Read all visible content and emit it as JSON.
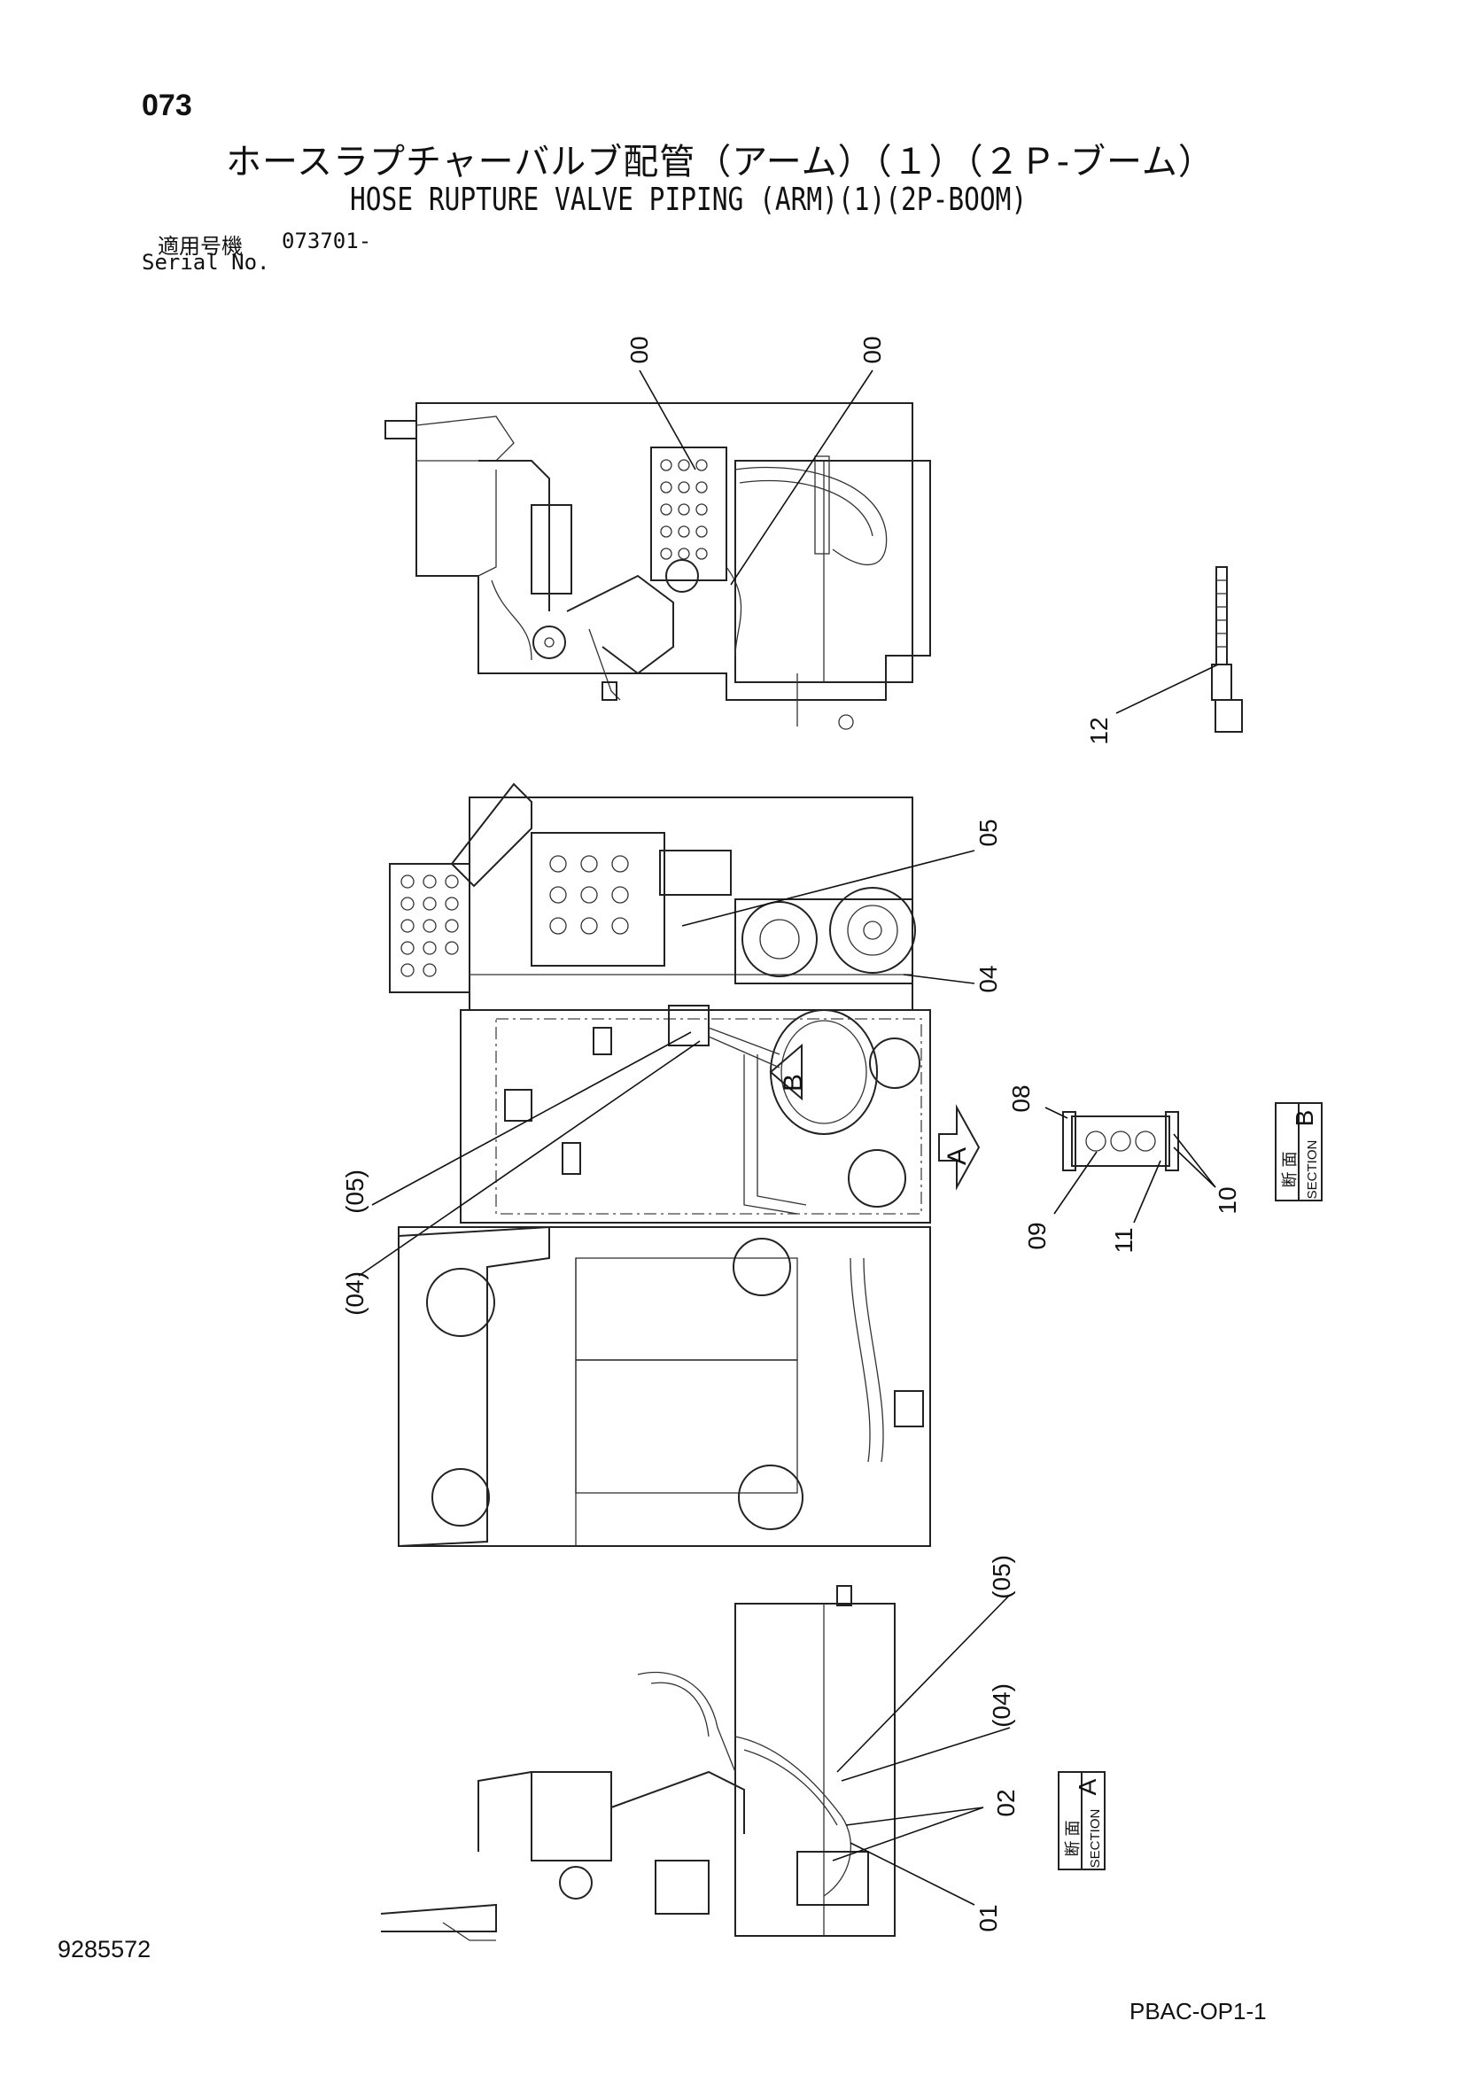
{
  "header": {
    "page_number": "073",
    "title_jp": "ホースラプチャーバルブ配管（アーム）（１）（２Ｐ-ブーム）",
    "title_en": "HOSE RUPTURE VALVE PIPING (ARM)(1)(2P-BOOM)",
    "serial_label_jp": "適用号機",
    "serial_value": "073701-",
    "serial_label_en": "Serial No."
  },
  "callouts": {
    "c00a": "00",
    "c00b": "00",
    "c12": "12",
    "c05": "05",
    "c04": "04",
    "c08": "08",
    "c09": "09",
    "c11": "11",
    "c10": "10",
    "c05p_mid": "(05)",
    "c04p_mid": "(04)",
    "c05p_bottom": "(05)",
    "c04p_bottom": "(04)",
    "c02": "02",
    "c01": "01"
  },
  "markers": {
    "view_a": "A",
    "view_b": "B"
  },
  "sections": {
    "b": {
      "jp": "断 面",
      "en": "SECTION",
      "letter": "B"
    },
    "a": {
      "jp": "断 面",
      "en": "SECTION",
      "letter": "A"
    }
  },
  "footer": {
    "doc_number": "9285572",
    "page_code": "PBAC-OP1-1"
  }
}
